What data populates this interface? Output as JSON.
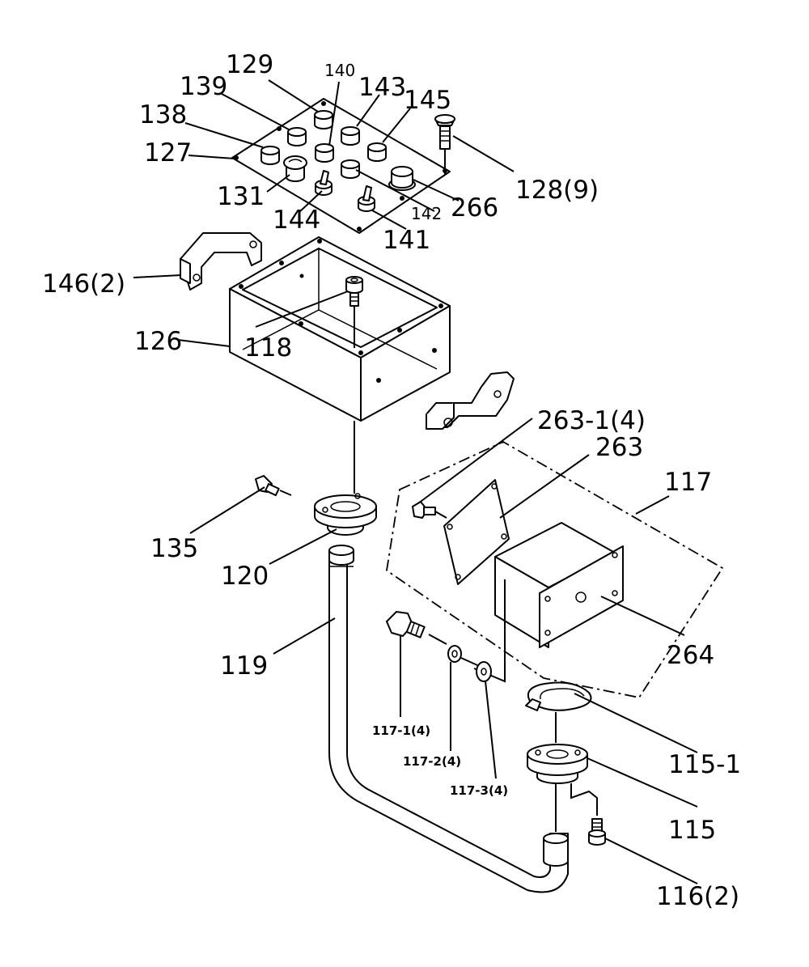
{
  "labels": {
    "p129": "129",
    "p140": "140",
    "p143": "143",
    "p145": "145",
    "p139": "139",
    "p138": "138",
    "p127": "127",
    "p131": "131",
    "p144": "144",
    "p142": "142",
    "p266": "266",
    "p141": "141",
    "p128": "128(9)",
    "p146": "146(2)",
    "p126": "126",
    "p118": "118",
    "p263_1": "263-1(4)",
    "p263": "263",
    "p117": "117",
    "p135": "135",
    "p120": "120",
    "p119": "119",
    "p264": "264",
    "p117_1": "117-1(4)",
    "p117_2": "117-2(4)",
    "p117_3": "117-3(4)",
    "p115_1": "115-1",
    "p115": "115",
    "p116": "116(2)"
  }
}
